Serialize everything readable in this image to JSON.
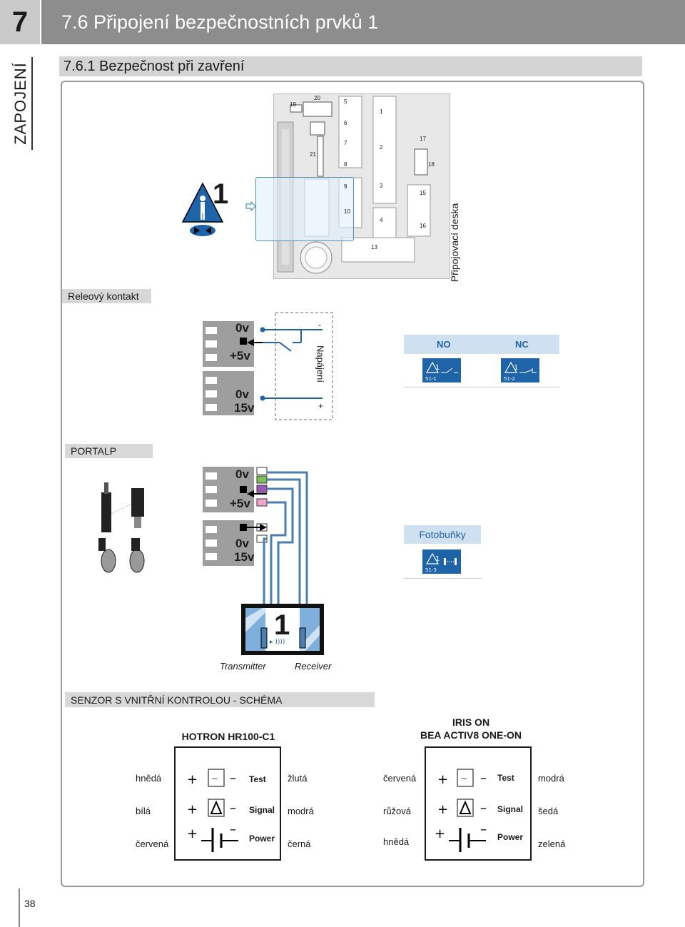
{
  "chapter": {
    "number": "7",
    "title": "7.6 Připojení bezpečnostních prvků 1"
  },
  "side_tab": "ZAPOJENÍ",
  "subsection": "7.6.1 Bezpečnost při zavření",
  "board": {
    "label": "Připojovací deska",
    "numbers": [
      "19",
      "20",
      "5",
      "1",
      "6",
      "21",
      "7",
      "17",
      "2",
      "8",
      "18",
      "9",
      "3",
      "15",
      "10",
      "4",
      "16",
      "13"
    ],
    "safety_number": "1"
  },
  "relay": {
    "label": "Releový kontakt",
    "terminals_top": [
      "0v",
      "+5v"
    ],
    "terminals_bottom": [
      "0v",
      "15v"
    ],
    "power_label": "Napájení",
    "minus": "-",
    "plus": "+",
    "table": {
      "no": "NO",
      "nc": "NC",
      "no_code": "51-1",
      "nc_code": "51-2"
    }
  },
  "portalp": {
    "label": "PORTALP",
    "terminals_top": [
      "0v",
      "+5v"
    ],
    "terminals_bottom": [
      "0v",
      "15v"
    ],
    "photocell_header": "Fotobuňky",
    "photocell_code": "51-3",
    "unit_number": "1",
    "transmitter": "Transmitter",
    "receiver": "Receiver"
  },
  "sensor": {
    "label": "SENZOR S VNITŘNÍ KONTROLOU - SCHÉMA",
    "left": {
      "header": "HOTRON HR100-C1",
      "rows": [
        {
          "in": "hnědá",
          "sym": "Test",
          "out": "žlutá"
        },
        {
          "in": "bílá",
          "sym": "Signal",
          "out": "modrá"
        },
        {
          "in": "červená",
          "sym": "Power",
          "out": "černá"
        }
      ]
    },
    "right": {
      "header_line1": "IRIS ON",
      "header_line2": "BEA ACTIV8 ONE-ON",
      "rows": [
        {
          "in": "červená",
          "sym": "Test",
          "out": "modrá"
        },
        {
          "in": "růžová",
          "sym": "Signal",
          "out": "šedá"
        },
        {
          "in": "hnědá",
          "sym": "Power",
          "out": "zelená"
        }
      ]
    }
  },
  "page_number": "38",
  "colors": {
    "accent_blue": "#1f64a8",
    "header_gray": "#8d8d8d",
    "wire_blue": "#4a7fb0"
  }
}
